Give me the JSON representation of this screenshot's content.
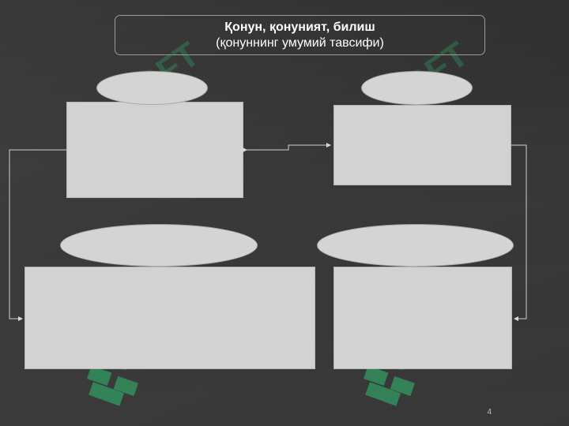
{
  "title": {
    "line1": "Қонун, қонуният, билиш",
    "line2": "(қонуннинг умумий тавсифи)"
  },
  "watermark": {
    "text": "SOFT",
    "color": "#2fbf71"
  },
  "page_number": "4",
  "colors": {
    "background": "#353535",
    "box_fill": "#d2d2d2",
    "connector": "#cfcfcf",
    "title_text": "#ffffff"
  }
}
